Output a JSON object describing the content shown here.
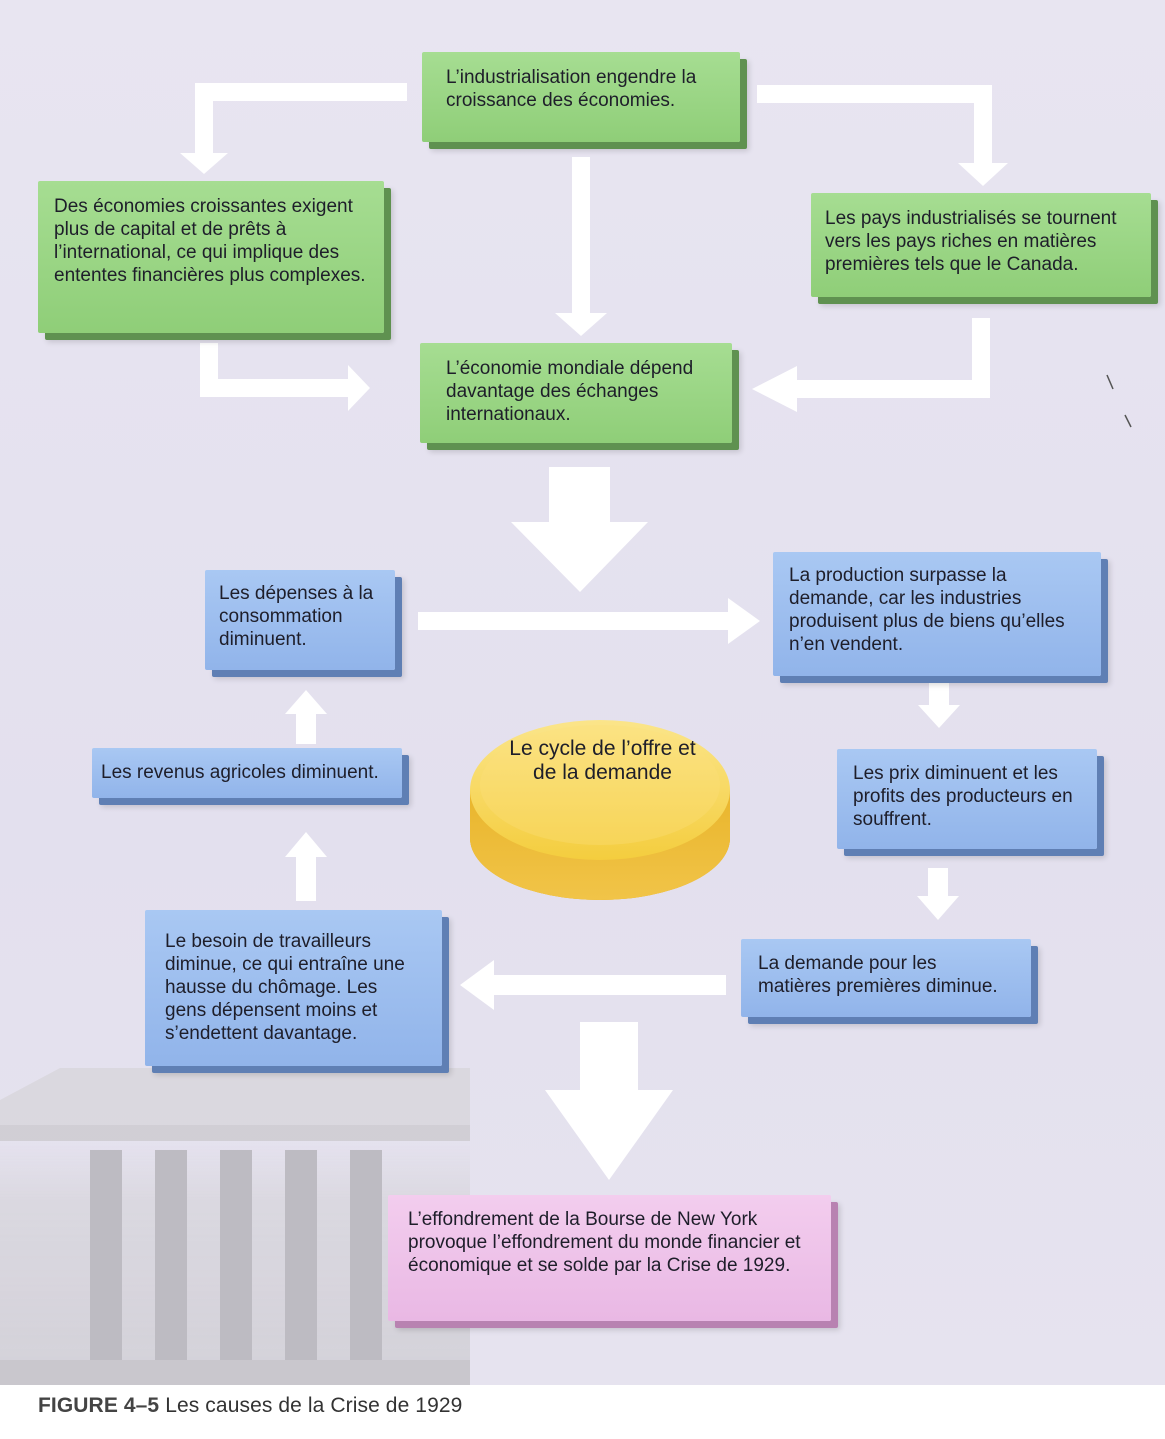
{
  "boxes": {
    "industrialisation": "L’industrialisation engendre la croissance des économies.",
    "capital": "Des économies croissantes exigent plus de capital et de prêts à l’international, ce qui implique des ententes financières plus complexes.",
    "pays_industrialises": "Les pays industrialisés se tournent vers les pays riches en matières premières tels que le Canada.",
    "economie_mondiale": "L’économie mondiale dépend davantage des échanges internationaux.",
    "depenses": "Les dépenses à la consommation diminuent.",
    "production": "La production surpasse la demande, car les industries produisent plus de biens qu’elles n’en vendent.",
    "revenus_agricoles": "Les revenus agricoles diminuent.",
    "prix": "Les prix diminuent et les profits des producteurs en souffrent.",
    "travailleurs": "Le besoin de travailleurs diminue, ce qui entraîne une hausse du chômage. Les gens dépensent moins et s’endettent davantage.",
    "demande_matieres": "La demande pour les matières premières diminue.",
    "bourse": "L’effondrement de la Bourse de New York provoque l’effondrement du monde financier et économique et se solde par la Crise de 1929."
  },
  "center": {
    "label": "Le cycle de l’offre et de la demande"
  },
  "caption": {
    "number": "FIGURE 4–5",
    "text": "Les causes de la Crise de 1929"
  },
  "colors": {
    "green_box": "#9ad884",
    "blue_box": "#9dbdf0",
    "pink_box": "#f0c6eb",
    "center_disc": "#f7c63a",
    "arrow": "#ffffff"
  }
}
